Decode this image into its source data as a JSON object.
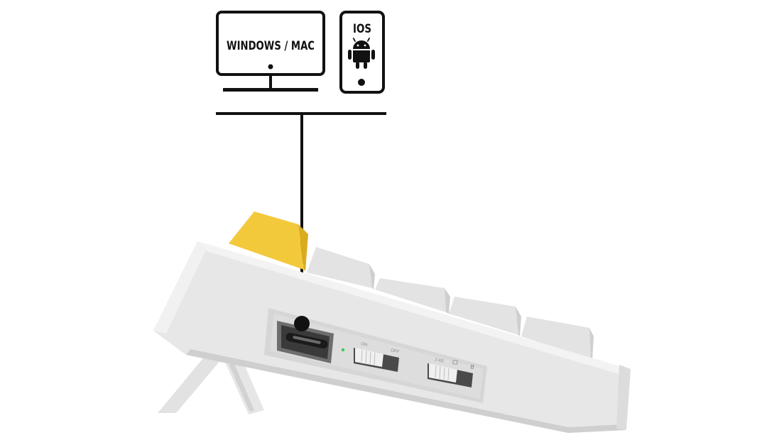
{
  "devices": {
    "desktop_label": "WINDOWS / MAC",
    "phone_label": "IOS",
    "phone_os_icon": "android-robot-icon"
  },
  "keyboard": {
    "power_switch": {
      "on_label": "ON",
      "off_label": "OFF",
      "state": "on"
    },
    "mode_switch": {
      "left_label": "2.4G",
      "right_label": "B",
      "state": "left"
    },
    "usb_port": "usb-c-port-icon",
    "indicator_led_color": "#3ec85a"
  },
  "colors": {
    "line": "#111111",
    "body": "#e4e4e4",
    "accent_key": "#f3c93c",
    "keycap": "#e0e0e0"
  }
}
